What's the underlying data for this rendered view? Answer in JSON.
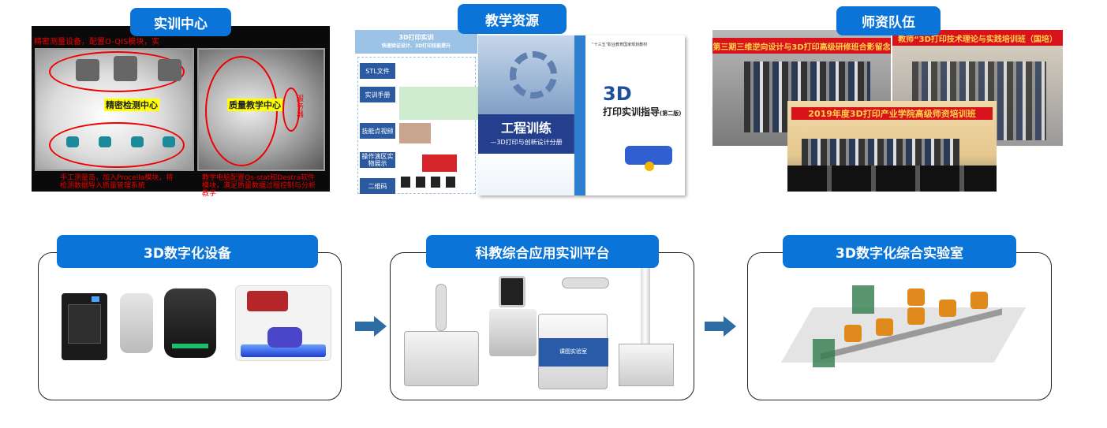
{
  "top": {
    "training_center": {
      "title": "实训中心",
      "top_note": "精密测量设备，配置O-QIS模块，实",
      "label_left": "精密检测中心",
      "label_right": "质量教学中心",
      "server_label": "服务器",
      "note_bottom_left": "手工测量岛，加入Procella模块，将检测数据导入质量管理系统",
      "note_bottom_right": "教学电脑配置Qs-stat和Destra软件模块，满足质量数据过程控制与分析教学"
    },
    "teaching_resources": {
      "title": "教学资源",
      "panel_title": "3D打印实训",
      "panel_subtitle": "快速验证设计、3D打印技能提升",
      "panel_rows": [
        "STL文件",
        "实训手册",
        "技能点视频",
        "操作演区实物展示",
        "二维码"
      ],
      "book1_title": "工程训练",
      "book1_subtitle": "—3D打印与创新设计分册",
      "book2_big": "3D",
      "book2_title": "打印实训指导",
      "book2_edition": "(第二版)",
      "book2_series": "“十三五”职业教育国家规划教材"
    },
    "faculty": {
      "title": "师资队伍",
      "banner1": "第三期三维逆向设计与3D打印高级研修班合影留念",
      "banner2": "教师“3D打印技术理论与实践培训班（国培）",
      "banner3": "2019年度3D打印产业学院高级师资培训班"
    }
  },
  "bottom": {
    "devices": {
      "title": "3D数字化设备"
    },
    "platform": {
      "title": "科教综合应用实训平台",
      "lab_sign": "课图实验室"
    },
    "lab": {
      "title": "3D数字化综合实验室"
    }
  },
  "colors": {
    "badge": "#0b74d8",
    "arrow": "#2e6da4",
    "annotation": "#e00000"
  }
}
